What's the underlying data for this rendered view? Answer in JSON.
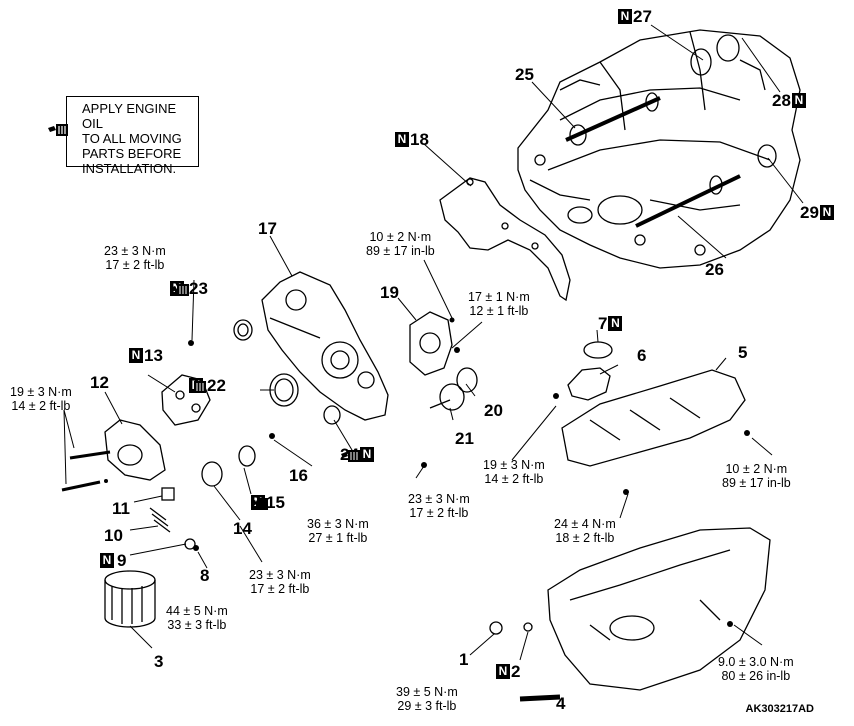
{
  "note": {
    "lines": [
      "APPLY ENGINE OIL",
      "TO ALL MOVING",
      "PARTS BEFORE",
      "INSTALLATION."
    ]
  },
  "parts": {
    "p1": "1",
    "p2": "2",
    "p3": "3",
    "p4": "4",
    "p5": "5",
    "p6": "6",
    "p7": "7",
    "p8": "8",
    "p9": "9",
    "p10": "10",
    "p11": "11",
    "p12": "12",
    "p13": "13",
    "p14": "14",
    "p15": "15",
    "p16": "16",
    "p17": "17",
    "p18": "18",
    "p19": "19",
    "p20": "20",
    "p21": "21",
    "p22": "22",
    "p23": "23",
    "p24": "24",
    "p25": "25",
    "p26": "26",
    "p27": "27",
    "p28": "28",
    "p29": "29"
  },
  "n_mark": "N",
  "torques": {
    "t_23_top": [
      "23 ± 3 N·m",
      "17 ± 2 ft-lb"
    ],
    "t_19_left": [
      "19 ± 3 N·m",
      "14 ± 2 ft-lb"
    ],
    "t_10_top": [
      "10 ± 2 N·m",
      "89 ± 17 in-lb"
    ],
    "t_17_1": [
      "17 ± 1 N·m",
      "12 ± 1 ft-lb"
    ],
    "t_19_mid": [
      "19 ± 3 N·m",
      "14 ± 2 ft-lb"
    ],
    "t_10_right": [
      "10 ± 2 N·m",
      "89 ± 17 in-lb"
    ],
    "t_23_mid": [
      "23 ± 3 N·m",
      "17 ± 2 ft-lb"
    ],
    "t_36": [
      "36 ± 3 N·m",
      "27 ± 1 ft-lb"
    ],
    "t_24": [
      "24 ± 4 N·m",
      "18 ± 2 ft-lb"
    ],
    "t_23_low": [
      "23 ± 3 N·m",
      "17 ± 2 ft-lb"
    ],
    "t_44": [
      "44 ± 5 N·m",
      "33 ± 3 ft-lb"
    ],
    "t_9": [
      "9.0 ± 3.0 N·m",
      "80 ± 26 in-lb"
    ],
    "t_39": [
      "39 ± 5 N·m",
      "29 ± 3 ft-lb"
    ]
  },
  "figure_code": "AK303217AD"
}
